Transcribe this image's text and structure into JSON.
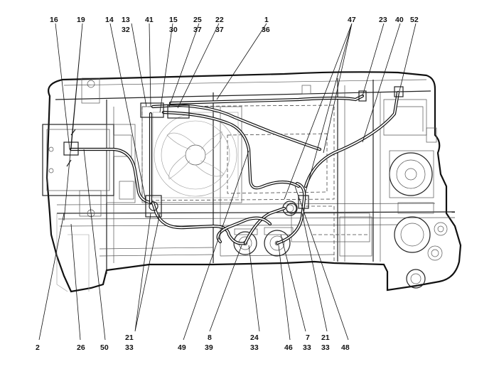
{
  "callouts_top": [
    {
      "label": "16"
    },
    {
      "label": "19"
    },
    {
      "label": "14"
    },
    {
      "label": "13"
    },
    {
      "label": "32"
    },
    {
      "label": "41"
    },
    {
      "label": "15"
    },
    {
      "label": "30"
    },
    {
      "label": "25"
    },
    {
      "label": "37"
    },
    {
      "label": "22"
    },
    {
      "label": "37"
    },
    {
      "label": "1"
    },
    {
      "label": "36"
    },
    {
      "label": "47"
    },
    {
      "label": "23"
    },
    {
      "label": "40"
    },
    {
      "label": "52"
    }
  ],
  "callouts_bottom": [
    {
      "label": "2"
    },
    {
      "label": "26"
    },
    {
      "label": "50"
    },
    {
      "label": "21"
    },
    {
      "label": "33"
    },
    {
      "label": "49"
    },
    {
      "label": "8"
    },
    {
      "label": "39"
    },
    {
      "label": "24"
    },
    {
      "label": "33"
    },
    {
      "label": "46"
    },
    {
      "label": "7"
    },
    {
      "label": "33"
    },
    {
      "label": "21"
    },
    {
      "label": "33"
    },
    {
      "label": "48"
    }
  ]
}
